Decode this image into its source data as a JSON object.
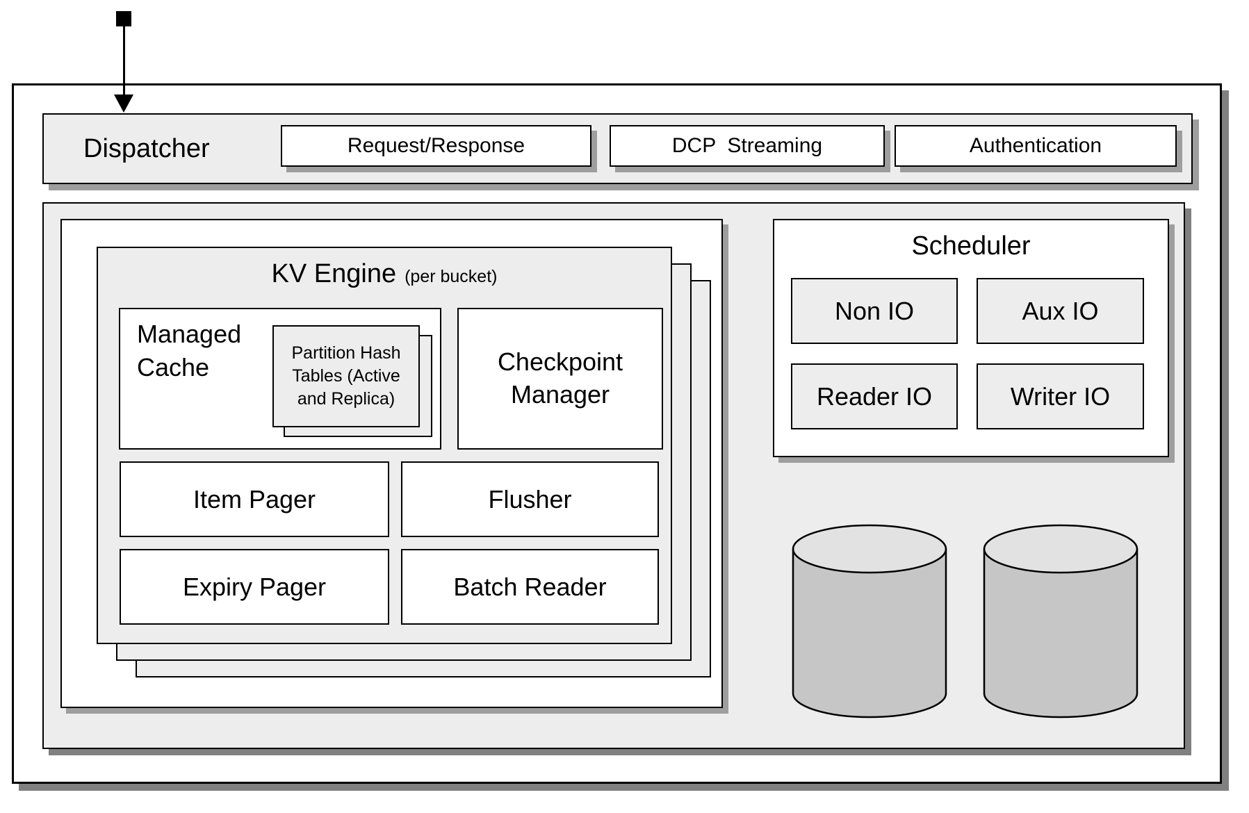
{
  "colors": {
    "panel_gray": "#ededed",
    "box_white": "#ffffff",
    "border_black": "#000000",
    "shadow_dark": "#808080",
    "shadow_light": "#9e9e9e",
    "cylinder_body": "#c6c6c6",
    "cylinder_top": "#e2e2e2",
    "arrow_black": "#000000"
  },
  "dispatcher": {
    "label": "Dispatcher",
    "boxes": [
      {
        "label": "Request/Response"
      },
      {
        "label": "DCP  Streaming"
      },
      {
        "label": "Authentication"
      }
    ]
  },
  "kv_engine": {
    "title": "KV Engine",
    "subtitle": "(per bucket)",
    "managed_cache": {
      "label": "Managed Cache",
      "partition_hash_tables": {
        "label": "Partition Hash Tables (Active and Replica)"
      }
    },
    "checkpoint_manager": {
      "label": "Checkpoint Manager"
    },
    "item_pager": {
      "label": "Item Pager"
    },
    "flusher": {
      "label": "Flusher"
    },
    "expiry_pager": {
      "label": "Expiry Pager"
    },
    "batch_reader": {
      "label": "Batch Reader"
    }
  },
  "scheduler": {
    "title": "Scheduler",
    "boxes": [
      {
        "label": "Non IO"
      },
      {
        "label": "Aux IO"
      },
      {
        "label": "Reader IO"
      },
      {
        "label": "Writer IO"
      }
    ]
  },
  "storage": {
    "icons": [
      "database-cylinder",
      "database-cylinder"
    ]
  }
}
